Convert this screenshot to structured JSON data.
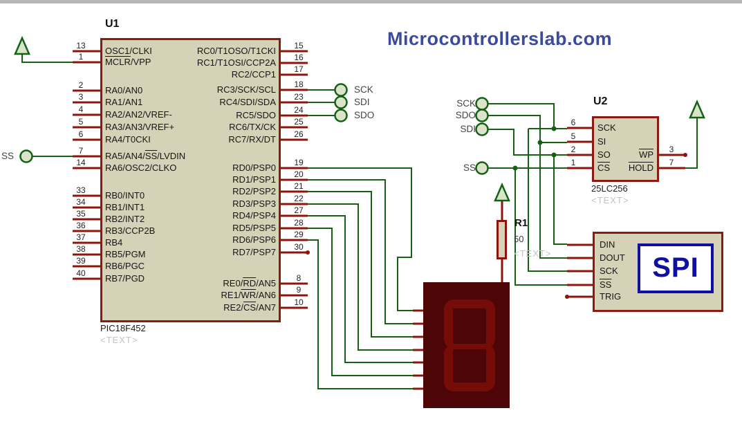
{
  "title": {
    "text": "Microcontrollerslab.com"
  },
  "u1": {
    "ref": "U1",
    "part": "PIC18F452",
    "placeholder": "<TEXT>",
    "left_pins": [
      {
        "n": "13",
        "label": "OSC1/CLKI"
      },
      {
        "n": "1",
        "label": "~MCLR~/VPP"
      },
      {
        "n": "2",
        "label": "RA0/AN0"
      },
      {
        "n": "3",
        "label": "RA1/AN1"
      },
      {
        "n": "4",
        "label": "RA2/AN2/VREF-"
      },
      {
        "n": "5",
        "label": "RA3/AN3/VREF+"
      },
      {
        "n": "6",
        "label": "RA4/T0CKI"
      },
      {
        "n": "7",
        "label": "RA5/AN4/~SS~/LVDIN"
      },
      {
        "n": "14",
        "label": "RA6/OSC2/CLKO"
      },
      {
        "n": "33",
        "label": "RB0/INT0"
      },
      {
        "n": "34",
        "label": "RB1/INT1"
      },
      {
        "n": "35",
        "label": "RB2/INT2"
      },
      {
        "n": "36",
        "label": "RB3/CCP2B"
      },
      {
        "n": "37",
        "label": "RB4"
      },
      {
        "n": "38",
        "label": "RB5/PGM"
      },
      {
        "n": "39",
        "label": "RB6/PGC"
      },
      {
        "n": "40",
        "label": "RB7/PGD"
      }
    ],
    "right_pins": [
      {
        "n": "15",
        "label": "RC0/T1OSO/T1CKI"
      },
      {
        "n": "16",
        "label": "RC1/T1OSI/CCP2A"
      },
      {
        "n": "17",
        "label": "RC2/CCP1"
      },
      {
        "n": "18",
        "label": "RC3/SCK/SCL"
      },
      {
        "n": "23",
        "label": "RC4/SDI/SDA"
      },
      {
        "n": "24",
        "label": "RC5/SDO"
      },
      {
        "n": "25",
        "label": "RC6/TX/CK"
      },
      {
        "n": "26",
        "label": "RC7/RX/DT"
      },
      {
        "n": "19",
        "label": "RD0/PSP0"
      },
      {
        "n": "20",
        "label": "RD1/PSP1"
      },
      {
        "n": "21",
        "label": "RD2/PSP2"
      },
      {
        "n": "22",
        "label": "RD3/PSP3"
      },
      {
        "n": "27",
        "label": "RD4/PSP4"
      },
      {
        "n": "28",
        "label": "RD5/PSP5"
      },
      {
        "n": "29",
        "label": "RD6/PSP6"
      },
      {
        "n": "30",
        "label": "RD7/PSP7"
      },
      {
        "n": "8",
        "label": "RE0/~RD~/AN5"
      },
      {
        "n": "9",
        "label": "RE1/~WR~/AN6"
      },
      {
        "n": "10",
        "label": "RE2/~CS~/AN7"
      }
    ]
  },
  "u2": {
    "ref": "U2",
    "part": "25LC256",
    "placeholder": "<TEXT>",
    "left_pins": [
      {
        "n": "6",
        "label": "SCK"
      },
      {
        "n": "5",
        "label": "SI"
      },
      {
        "n": "2",
        "label": "SO"
      },
      {
        "n": "1",
        "label": "~CS~"
      }
    ],
    "right_pins": [
      {
        "n": "3",
        "label": "~WP~"
      },
      {
        "n": "7",
        "label": "~HOLD~"
      }
    ]
  },
  "r1": {
    "ref": "R1",
    "value": "50",
    "placeholder": "<TEXT>"
  },
  "spi_debugger": {
    "logo": "SPI",
    "pins": [
      "DIN",
      "DOUT",
      "SCK",
      "~SS~",
      "TRIG"
    ]
  },
  "seven_segment_display": {
    "digit_shown": "8",
    "connected_port": "RD0-RD6"
  },
  "terminals": {
    "left_ss": "SS",
    "u1_side": [
      "SCK",
      "SDI",
      "SDO"
    ],
    "u2_side": [
      "SCK",
      "SDO",
      "SDI",
      "SS"
    ]
  },
  "colors": {
    "wire_green": "#146114",
    "pin_red": "#8e130a",
    "component_body": "#d6d2b8",
    "component_border": "#8b1a10",
    "display_body": "#4d0506",
    "display_segment": "#750c07",
    "spi_blue": "#0f0fa0",
    "title_blue": "#3a4b9f",
    "arrow_fill": "#d7e5c9",
    "terminal_fill": "#dbe3cb"
  }
}
